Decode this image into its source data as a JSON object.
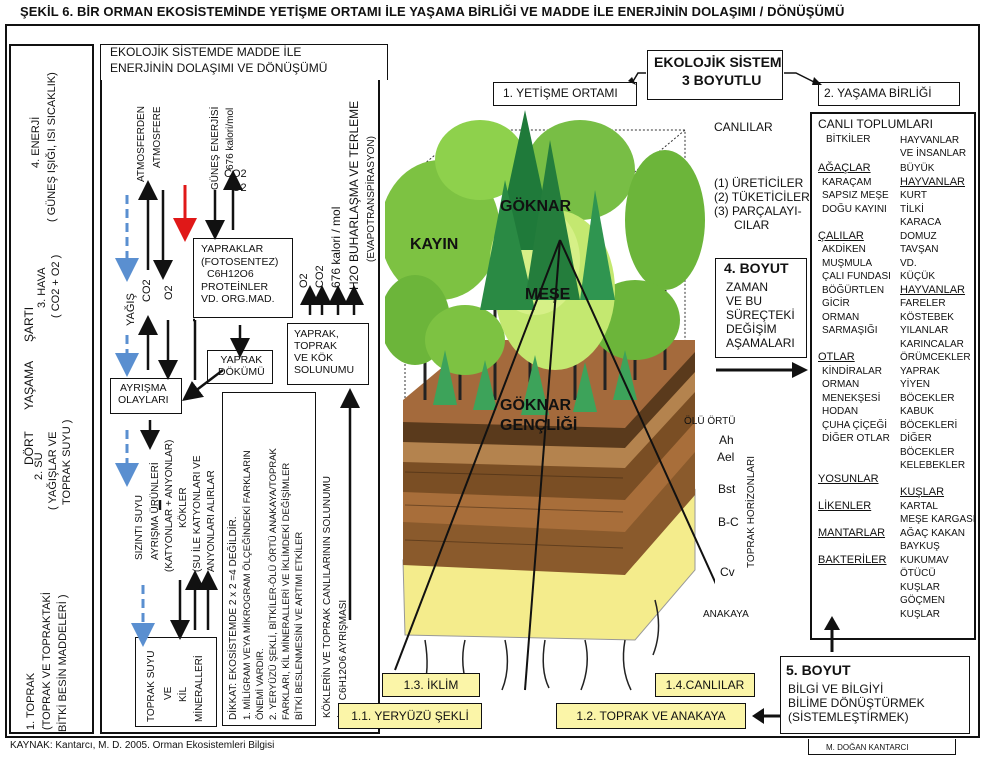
{
  "title": "ŞEKİL 6. BİR ORMAN EKOSİSTEMİNDE YETİŞME ORTAMI İLE YAŞAMA BİRLİĞİ VE MADDE İLE ENERJİNİN DOLAŞIMI / DÖNÜŞÜMÜ",
  "source": "KAYNAK: Kantarcı, M. D. 2005. Orman Ekosistemleri Bilgisi",
  "author": "M. DOĞAN KANTARCI",
  "left_column": {
    "dort": "DÖRT",
    "yasama": "YAŞAMA",
    "sarti": "ŞARTI",
    "item1": "1. TOPRAK",
    "item1_sub": "(TOPRAK VE TOPRAKTAKİ",
    "item1_sub2": "BİTKİ BESİN MADDELERİ )",
    "item2": "2. SU",
    "item2_sub": "( YAĞIŞLAR VE",
    "item2_sub2": "TOPRAK SUYU )",
    "item3": "3. HAVA",
    "item3_sub": "( CO2 + O2 )",
    "item4": "4. ENERJİ",
    "item4_sub": "( GÜNEŞ IŞIĞI, ISI SICAKLIK)"
  },
  "cycle": {
    "header1": "EKOLOJİK SİSTEMDE MADDE İLE",
    "header2": "ENERJİNİN DOLAŞIMI VE DÖNÜŞÜMÜ",
    "atmosfer1": "ATMOSFERDEN",
    "atmosfer2": "ATMOSFERE",
    "gunes1": "GÜNEŞ ENERJİSİ",
    "gunes2": "676 kalori/mol",
    "co2": "CO2",
    "o2": "O2",
    "yagis": "YAĞIŞ",
    "yapraklar": [
      "YAPRAKLAR",
      "(FOTOSENTEZ)",
      "C6H12O6",
      "PROTEİNLER",
      "VD. ORG.MAD."
    ],
    "right_vertical1": "O2",
    "right_vertical2": "CO2",
    "right_vertical3": "676 kalori / mol",
    "right_vertical4": "H2O BUHARLAŞMA VE TERLEME",
    "right_vertical5": "(EVAPOTRANSPİRASYON)",
    "yaprak_dokumu": [
      "YAPRAK",
      "DÖKÜMÜ"
    ],
    "yaprak_toprak": [
      "YAPRAK,",
      "TOPRAK",
      "VE KÖK",
      "SOLUNUMU"
    ],
    "ayrisma": [
      "AYRIŞMA",
      "OLAYLARI"
    ],
    "sizinti": "SIZINTI SUYU",
    "ayrisma_urunleri": "AYRIŞMA ÜRÜNLERİ",
    "katyonlar": "(KATYONLAR + ANYONLAR)",
    "kokler": "KÖKLER",
    "su_ile": "(SU İLE KATYONLARI VE",
    "anyonlar": "ANYONLARI ALIRLAR",
    "toprak_suyu": [
      "TOPRAK SUYU",
      "VE",
      "KİL",
      "MİNERALLERİ"
    ],
    "dikkat": [
      "DİKKAT: EKOSİSTEMDE 2 x 2 =4 DEĞİLDİR.",
      "1. MİLİGRAM VEYA MİKROGRAM ÖLÇEĞİNDEKİ FARKLARIN",
      "ÖNEMİ VARDIR.",
      "2. YERYÜZÜ ŞEKLİ, BİTKİLER-ÖLÜ ÖRTÜ ANAKAYA/TOPRAK",
      "FARKLARI, KİL MİNERALLERİ VE İKLİMDEKİ DEĞİŞİMLER",
      "BİTKİ BESLENMESİNİ VE ARTIMI ETKİLER"
    ],
    "kokler_ve": "KÖKLERİN VE TOPRAK CANLILARININ SOLUNUMU",
    "ile": "İLE C6H12O6 AYRIŞMASI"
  },
  "top": {
    "ekolojik1": "EKOLOJİK SİSTEM",
    "ekolojik2": "3 BOYUTLU",
    "yetisme": "1. YETİŞME ORTAMI",
    "yasama": "2. YAŞAMA BİRLİĞİ"
  },
  "forest": {
    "goknar": "GÖKNAR",
    "kayin": "KAYIN",
    "mese": "MEŞE",
    "goknar_genc1": "GÖKNAR",
    "goknar_genc2": "GENÇLİĞİ",
    "olu_ortu": "ÖLÜ ÖRTÜ",
    "ah": "Ah",
    "ael": "Ael",
    "bst": "Bst",
    "bc": "B-C",
    "cv": "Cv",
    "anakaya": "ANAKAYA",
    "toprak_horizon": "TOPRAK HORİZONLARI"
  },
  "canlilar": {
    "title": "CANLILAR",
    "items": [
      "(1) ÜRETİCİLER",
      "(2) TÜKETİCİLER",
      "(3) PARÇALAYI-",
      "CILAR"
    ]
  },
  "boyut4": {
    "title": "4. BOYUT",
    "lines": [
      "ZAMAN",
      "VE BU",
      "SÜREÇTEKİ",
      "DEĞİŞİM",
      "AŞAMALARI"
    ]
  },
  "boyut5": {
    "title": "5. BOYUT",
    "lines": [
      "BİLGİ VE BİLGİYİ",
      "BİLİME DÖNÜŞTÜRMEK",
      "(SİSTEMLEŞTİRMEK)"
    ]
  },
  "bottom_labels": {
    "iklim": "1.3. İKLİM",
    "canlilar": "1.4.CANLILAR",
    "yeryuzu": "1.1. YERYÜZÜ ŞEKLİ",
    "toprak": "1.2. TOPRAK VE ANAKAYA"
  },
  "community": {
    "title": "CANLI TOPLUMLARI",
    "bitkiler": "BİTKİLER",
    "hayvanlar_insan1": "HAYVANLAR",
    "hayvanlar_insan2": "VE İNSANLAR",
    "left": [
      {
        "t": "AĞAÇLAR",
        "h": true
      },
      {
        "t": "KARAÇAM"
      },
      {
        "t": "SAPSIZ MEŞE"
      },
      {
        "t": "DOĞU KAYINI"
      },
      {
        "t": ""
      },
      {
        "t": "ÇALILAR",
        "h": true
      },
      {
        "t": "AKDİKEN"
      },
      {
        "t": "MUŞMULA"
      },
      {
        "t": "ÇALI FUNDASI"
      },
      {
        "t": "BÖĞÜRTLEN"
      },
      {
        "t": "GİCİR"
      },
      {
        "t": "ORMAN"
      },
      {
        "t": "SARMAŞIĞI"
      },
      {
        "t": ""
      },
      {
        "t": "OTLAR",
        "h": true
      },
      {
        "t": "KİNDİRALAR"
      },
      {
        "t": "ORMAN"
      },
      {
        "t": "MENEKŞESİ"
      },
      {
        "t": "HODAN"
      },
      {
        "t": "ÇUHA ÇİÇEĞİ"
      },
      {
        "t": "DİĞER OTLAR"
      },
      {
        "t": ""
      },
      {
        "t": ""
      },
      {
        "t": "YOSUNLAR",
        "h": true
      },
      {
        "t": ""
      },
      {
        "t": "LİKENLER",
        "h": true
      },
      {
        "t": ""
      },
      {
        "t": "MANTARLAR",
        "h": true
      },
      {
        "t": ""
      },
      {
        "t": "BAKTERİLER",
        "h": true
      }
    ],
    "right": [
      {
        "t": "BÜYÜK"
      },
      {
        "t": "HAYVANLAR",
        "h": true
      },
      {
        "t": "KURT"
      },
      {
        "t": "TİLKİ"
      },
      {
        "t": "KARACA"
      },
      {
        "t": "DOMUZ"
      },
      {
        "t": "TAVŞAN"
      },
      {
        "t": "VD."
      },
      {
        "t": "KÜÇÜK"
      },
      {
        "t": "HAYVANLAR",
        "h": true
      },
      {
        "t": "FARELER"
      },
      {
        "t": "KÖSTEBEK"
      },
      {
        "t": "YILANLAR"
      },
      {
        "t": "KARINCALAR"
      },
      {
        "t": "ÖRÜMCEKLER"
      },
      {
        "t": "YAPRAK"
      },
      {
        "t": "YİYEN"
      },
      {
        "t": "BÖCEKLER"
      },
      {
        "t": "KABUK"
      },
      {
        "t": "BÖCEKLERİ"
      },
      {
        "t": "DİĞER"
      },
      {
        "t": "BÖCEKLER"
      },
      {
        "t": "KELEBEKLER"
      },
      {
        "t": ""
      },
      {
        "t": "KUŞLAR",
        "h": true
      },
      {
        "t": "KARTAL"
      },
      {
        "t": "MEŞE KARGASI"
      },
      {
        "t": "AĞAÇ KAKAN"
      },
      {
        "t": "BAYKUŞ"
      },
      {
        "t": "KUKUMAV"
      },
      {
        "t": "ÖTÜCÜ"
      },
      {
        "t": "KUŞLAR"
      },
      {
        "t": "GÖÇMEN"
      },
      {
        "t": "KUŞLAR"
      }
    ]
  }
}
